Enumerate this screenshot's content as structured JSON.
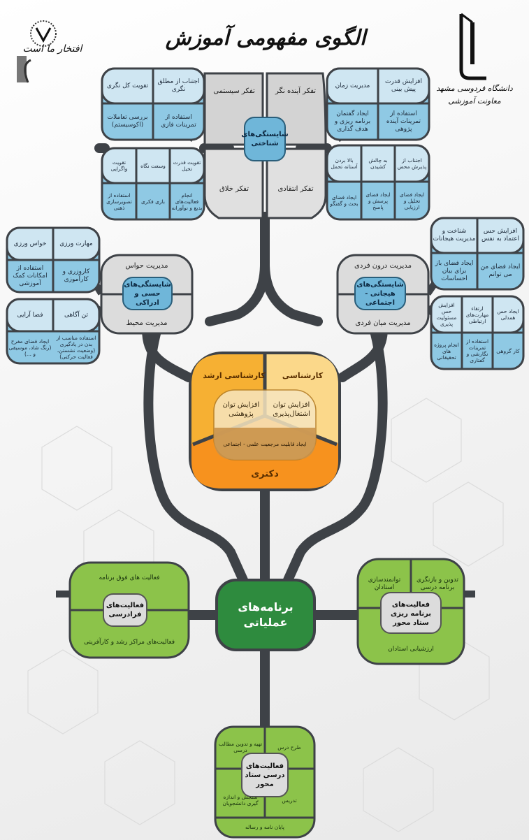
{
  "title": "الگوی مفهومی آموزش",
  "logos": {
    "left_text": "افتخار ما است",
    "right_text_1": "دانشگاه فردوسی مشهد",
    "right_text_2": "معاونت آموزشی"
  },
  "hubs": {
    "cognitive": "شایستگی‌های شناختی",
    "sensory": "شایستگی‌های حسی و ادراکی",
    "emotional": "شایستگی‌های هیجانی - اجتماعی",
    "operational": "برنامه‌های عملیاتی",
    "extracurricular": "فعالیت‌های فرادرسی",
    "planning": "فعالیت‌های برنامه ریزی ستاد محور",
    "course": "فعالیت‌های درسی ستاد محور"
  },
  "cognitive": {
    "quad_tl": "تفکر سیستمی",
    "quad_tr": "تفکر آینده نگر",
    "quad_bl": "تفکر خلاق",
    "quad_br": "تفکر انتقادی"
  },
  "cards": {
    "systemic": [
      "تقویت کل نگری",
      "اجتناب از مطلق نگری",
      "بررسی تعاملات (اکوسیستم)",
      "استفاده از تمرینات فازی"
    ],
    "future": [
      "مدیریت زمان",
      "افزایش قدرت پیش بینی",
      "ایجاد گفتمان برنامه ریزی و هدف گذاری",
      "استفاده از تمرینات آینده پژوهی"
    ],
    "creative": [
      "تقویت واگرایی",
      "وسعت نگاه",
      "تقویت قدرت تخیل",
      "استفاده از تصویرسازی ذهنی",
      "انجام فعالیت‌های بدیع و نوآورانه",
      "بازی فکری"
    ],
    "critical": [
      "به چالش کشیدن",
      "بالا بردن آستانه تحمل",
      "اجتناب از پذیرش محض",
      "ایجاد فضای تحلیل و ارزیابی",
      "ایجاد فضای پرسش و پاسخ",
      "ایجاد فضای بحث و گفتگو"
    ],
    "sensory_top": [
      "خواس ورزی",
      "مهارت ورزی",
      "کاروزری و کارآموزی",
      "استفاده از امکانات کمک آموزشی"
    ],
    "sensory_bottom": [
      "فضا آرایی",
      "تن آگاهی",
      "ایجاد فضای مفرح (رنگ شاد، موسیقی و ...)",
      "استفاده مناسب از بدن در یادگیری (وضعیت نشستن، فعالیت حرکتی)"
    ],
    "emotional_top": [
      "شناخت و مدیریت هیجانات",
      "افزایش حس اعتماد به نفس",
      "ایجاد فضای باز برای بیان احساسات",
      "ایجاد فضای من می توانم"
    ],
    "emotional_bottom": [
      "افزایش حس مسئولیت پذیری",
      "ارتقاء مهارت‌های ارتباطی",
      "ایجاد حس همدلی",
      "انجام پروژه های تحقیقاتی",
      "استفاده از تمرینات نگارشی و گفتاری",
      "کار گروهی"
    ]
  },
  "labels": {
    "sensory_top": "مدیریت حواس",
    "sensory_bottom": "مدیریت محیط",
    "emotional_top": "مدیریت درون فردی",
    "emotional_bottom": "مدیریت میان فردی"
  },
  "center": {
    "ma": "کارشناسی ارشد",
    "ba": "کارشناسی",
    "phd": "دکتری",
    "research": "افزایش توان پژوهشی",
    "employ": "افزایش توان اشتغال‌پذیری",
    "reference": "ایجاد قابلیت مرجعیت علمی - اجتماعی"
  },
  "extra": {
    "top": "فعالیت های فوق برنامه",
    "bottom": "فعالیت‌های مراکز رشد و کارآفرینی"
  },
  "planning": {
    "a": "توانمندسازی استادان",
    "b": "تدوین و بازنگری برنامه درسی",
    "c": "ارزشیابی استادان"
  },
  "course": {
    "a": "تهیه و تدوین مطالب درسی",
    "b": "طرح درس",
    "c": "سنجش و اندازه گیری دانشجویان",
    "d": "تدریس",
    "e": "پایان نامه و رساله"
  }
}
